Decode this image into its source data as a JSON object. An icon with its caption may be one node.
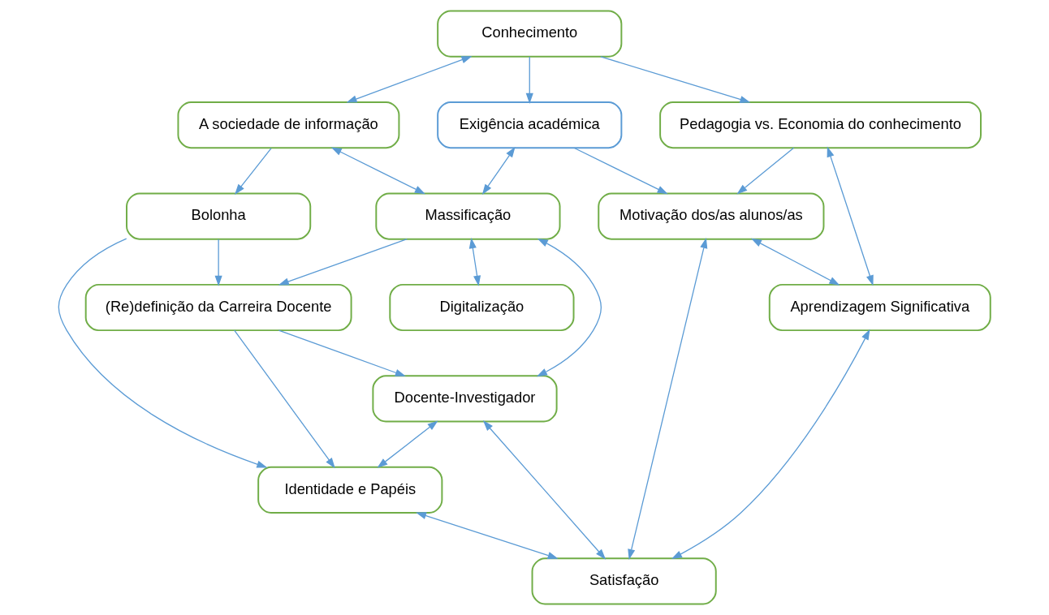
{
  "diagram": {
    "nodes": [
      {
        "text": [
          "Conhecimento"
        ]
      },
      {
        "text": [
          "A sociedade de informação"
        ]
      },
      {
        "text": [
          "Pedagogia vs. Economia do conhecimento"
        ]
      },
      {
        "text": [
          "Exigência académica"
        ]
      },
      {
        "text": [
          "Bolonha"
        ]
      },
      {
        "text": [
          "Massificação"
        ]
      },
      {
        "text": [
          "Motivação dos/as alunos/as"
        ]
      },
      {
        "text": [
          "Digitalização"
        ]
      },
      {
        "text": [
          "(Re)definição da Carreira Docente"
        ]
      },
      {
        "text": [
          "Aprendizagem Significativa"
        ]
      },
      {
        "text": [
          "Docente-Investigador"
        ]
      },
      {
        "text": [
          "Identidade e Papéis"
        ]
      },
      {
        "text": [
          "Satisfação"
        ]
      }
    ],
    "edges": [
      {
        "from": 0,
        "to": 1,
        "arrow": "both"
      },
      {
        "from": 0,
        "to": 2,
        "arrow": "to"
      },
      {
        "from": 0,
        "to": 3,
        "arrow": "to"
      },
      {
        "from": 1,
        "to": 4,
        "arrow": "to"
      },
      {
        "from": 1,
        "to": 5,
        "arrow": "both"
      },
      {
        "from": 2,
        "to": 6,
        "arrow": "to"
      },
      {
        "from": 3,
        "to": 6,
        "arrow": "to"
      },
      {
        "from": 3,
        "to": 5,
        "arrow": "both"
      },
      {
        "from": 2,
        "to": 9,
        "arrow": "both"
      },
      {
        "from": 6,
        "to": 9,
        "arrow": "both"
      },
      {
        "from": 6,
        "to": 12,
        "arrow": "both"
      },
      {
        "from": 5,
        "to": 7,
        "arrow": "both"
      },
      {
        "from": 5,
        "to": 10,
        "arrow": "both"
      },
      {
        "from": 5,
        "to": 8,
        "arrow": "to"
      },
      {
        "from": 4,
        "to": 8,
        "arrow": "to"
      },
      {
        "from": 4,
        "to": 11,
        "arrow": "to"
      },
      {
        "from": 8,
        "to": 10,
        "arrow": "to"
      },
      {
        "from": 8,
        "to": 11,
        "arrow": "to"
      },
      {
        "from": 10,
        "to": 11,
        "arrow": "both"
      },
      {
        "from": 10,
        "to": 12,
        "arrow": "both"
      },
      {
        "from": 9,
        "to": 12,
        "arrow": "both"
      },
      {
        "from": 11,
        "to": 12,
        "arrow": "both"
      }
    ]
  }
}
